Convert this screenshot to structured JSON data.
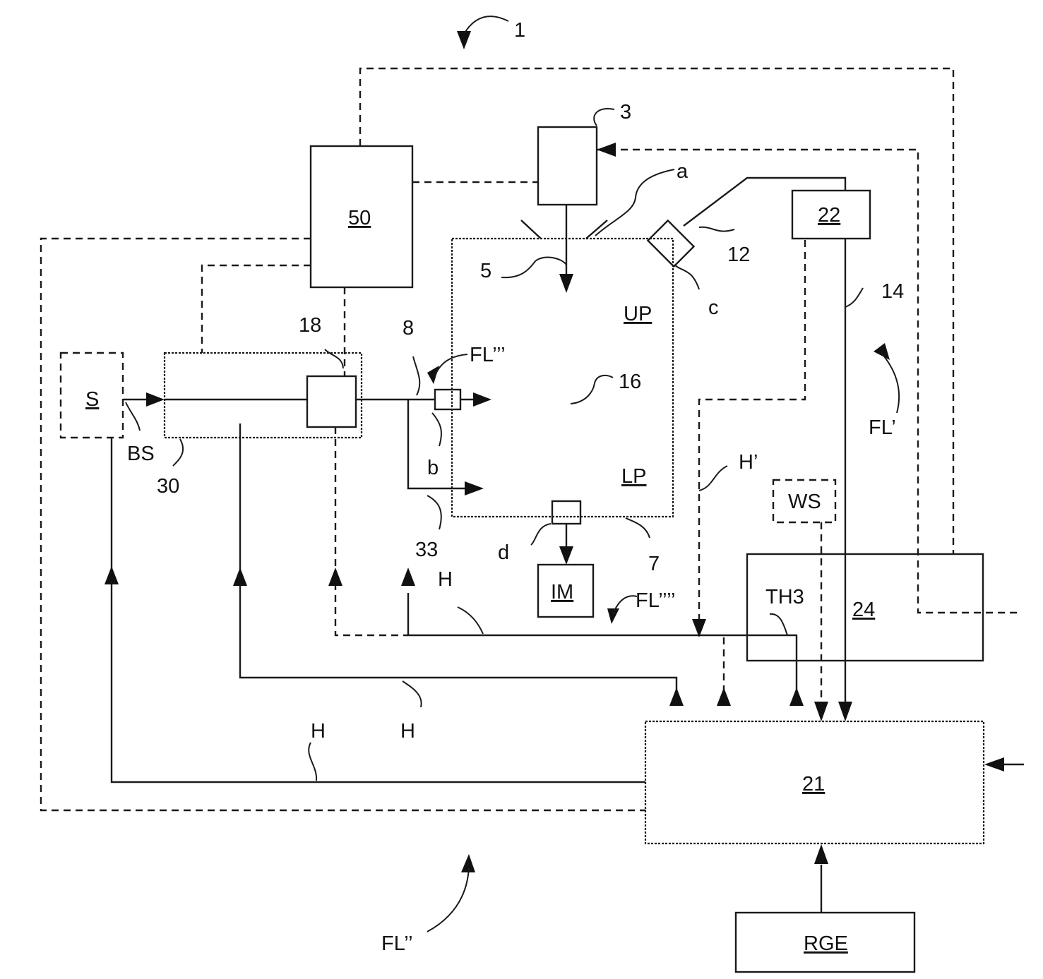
{
  "labels": {
    "fig_ref": "1",
    "ref_3": "3",
    "ref_a": "a",
    "ref_12": "12",
    "ref_c": "c",
    "ref_5": "5",
    "ref_up": "UP",
    "ref_14": "14",
    "ref_18": "18",
    "ref_8": "8",
    "ref_fl3": "FL’’’",
    "ref_16": "16",
    "ref_fl1": "FL’",
    "ref_s": "S",
    "ref_bs": "BS",
    "ref_30": "30",
    "ref_b": "b",
    "ref_lp": "LP",
    "ref_h_prime": "H’",
    "ref_ws": "WS",
    "ref_33": "33",
    "ref_d": "d",
    "ref_7": "7",
    "ref_h1": "H",
    "ref_im": "IM",
    "ref_fl4": "FL’’’’",
    "ref_th3": "TH3",
    "ref_24": "24",
    "ref_h2": "H",
    "ref_h3": "H",
    "ref_21": "21",
    "ref_fl2": "FL’’",
    "ref_rge": "RGE",
    "ref_50": "50",
    "ref_22": "22"
  }
}
